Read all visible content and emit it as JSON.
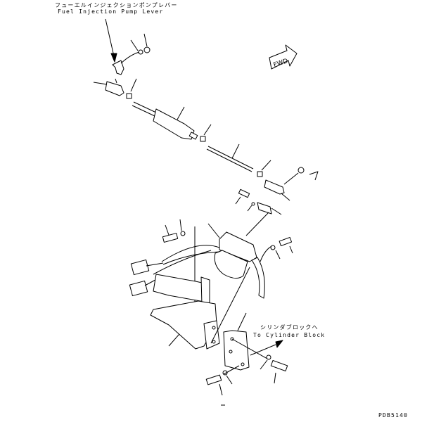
{
  "diagram": {
    "top_label_jp": "フューエルインジェクションポンプレバー",
    "top_label_en": "Fuel Injection Pump Lever",
    "fwd_label": "FWD",
    "cyl_label_jp": "シリンダブロックへ",
    "cyl_label_en": "To Cylinder Block",
    "drawing_code": "PDB5140",
    "line_color": "#000000",
    "background": "#ffffff"
  }
}
